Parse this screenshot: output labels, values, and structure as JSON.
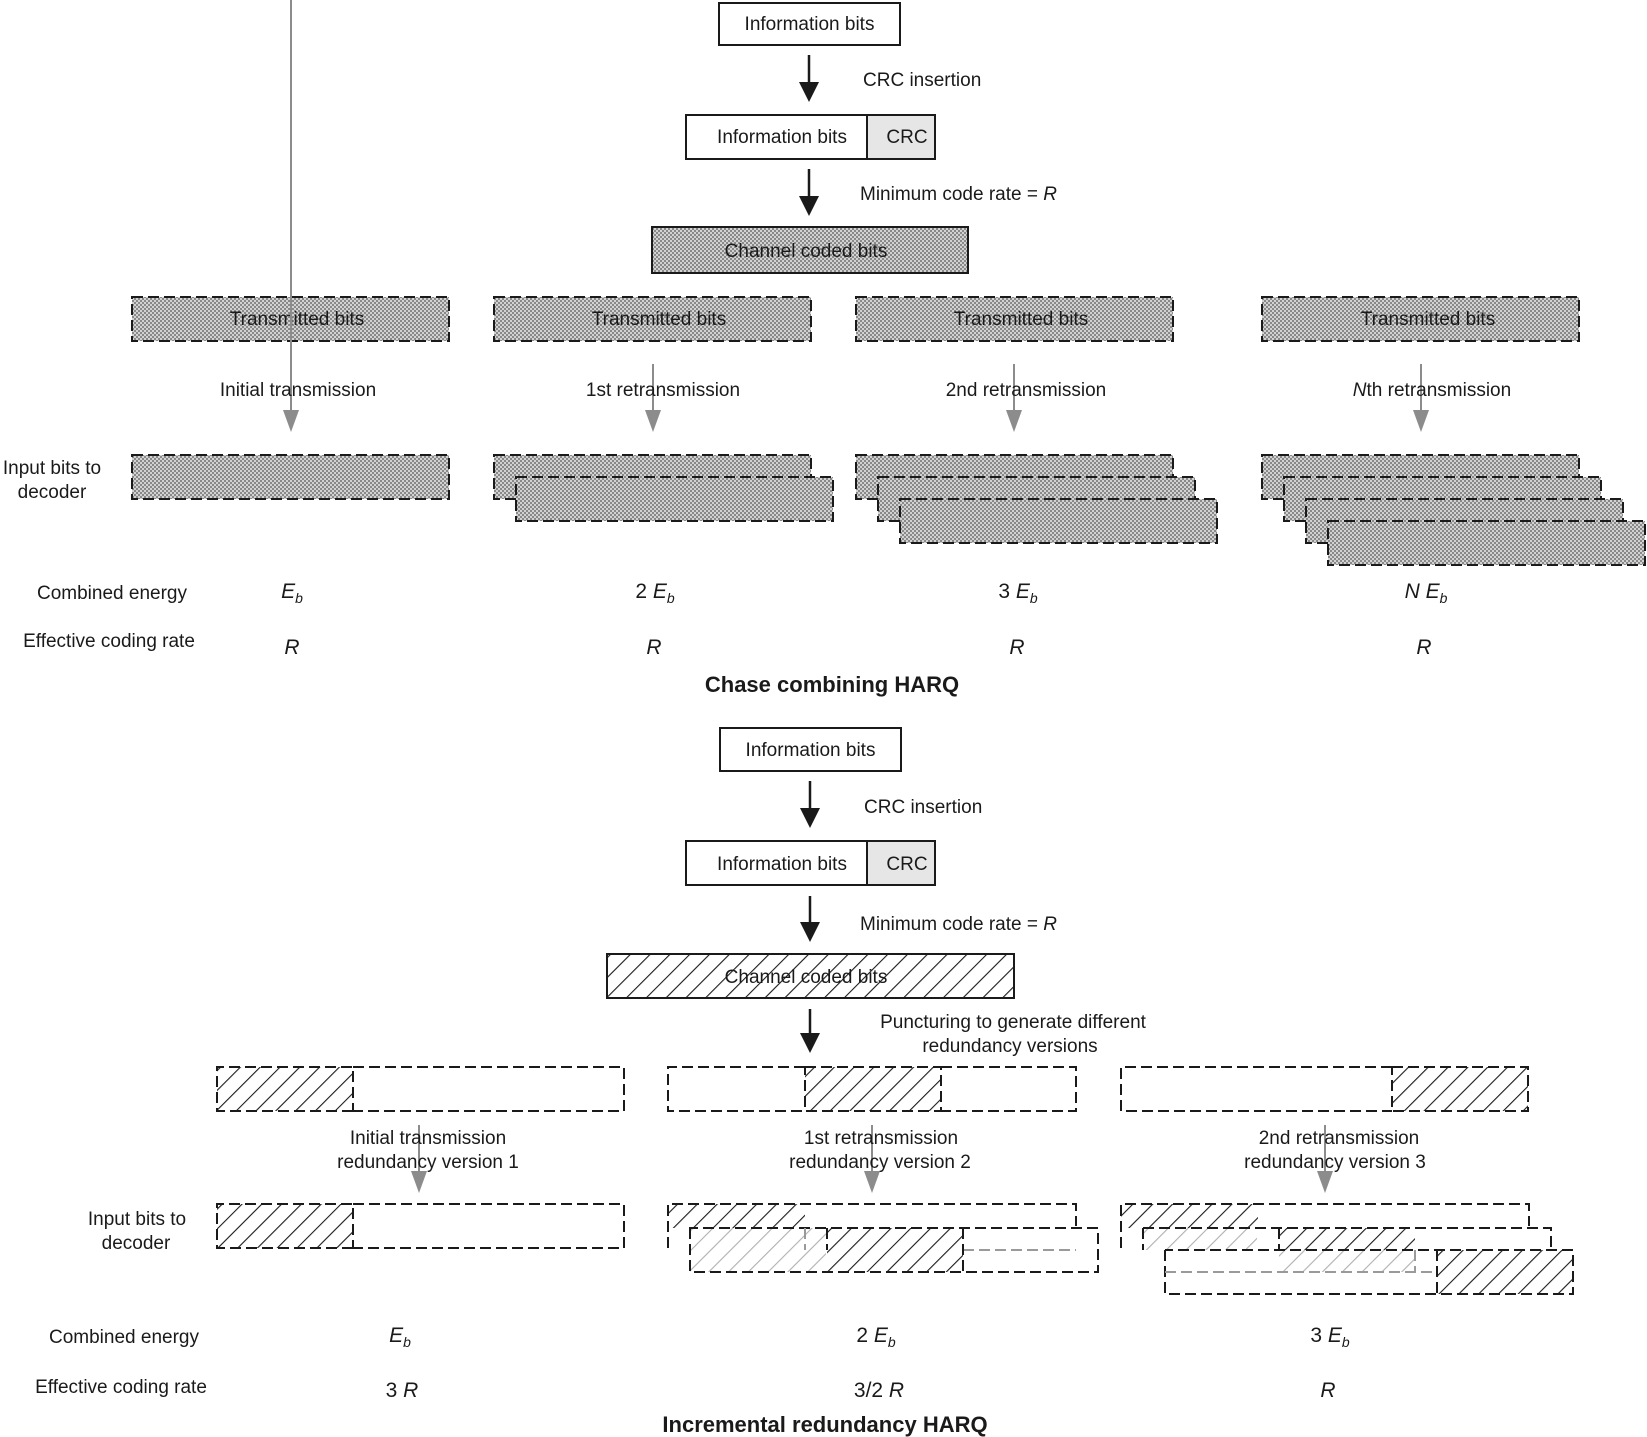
{
  "cc": {
    "info_label": "Information bits",
    "crc_insertion": "CRC insertion",
    "crc_label": "CRC",
    "min_rate_text": "Minimum code rate = ",
    "min_rate_var": "R",
    "coded_label": "Channel coded bits",
    "transmitted_label": "Transmitted bits",
    "transmissions": [
      "Initial transmission",
      "1st retransmission",
      "2nd retransmission",
      "th retransmission"
    ],
    "nth_prefix": "N",
    "input_label_line1": "Input bits to",
    "input_label_line2": "decoder",
    "combined_energy_label": "Combined energy",
    "coding_rate_label": "Effective coding rate",
    "energy": [
      {
        "coef": "",
        "sym": "E",
        "sub": "b"
      },
      {
        "coef": "2 ",
        "sym": "E",
        "sub": "b"
      },
      {
        "coef": "3 ",
        "sym": "E",
        "sub": "b"
      },
      {
        "coef": "N ",
        "sym": "E",
        "sub": "b",
        "coef_italic": true
      }
    ],
    "rates": [
      {
        "coef": "",
        "sym": "R"
      },
      {
        "coef": "",
        "sym": "R"
      },
      {
        "coef": "",
        "sym": "R"
      },
      {
        "coef": "",
        "sym": "R"
      }
    ],
    "title": "Chase combining HARQ"
  },
  "ir": {
    "info_label": "Information bits",
    "crc_insertion": "CRC insertion",
    "crc_label": "CRC",
    "min_rate_text": "Minimum code rate = ",
    "min_rate_var": "R",
    "coded_label": "Channel coded bits",
    "puncturing_line1": "Puncturing to generate different",
    "puncturing_line2": "redundancy versions",
    "transmissions": [
      {
        "line1": "Initial transmission",
        "line2": "redundancy version 1"
      },
      {
        "line1": "1st retransmission",
        "line2": "redundancy version 2"
      },
      {
        "line1": "2nd retransmission",
        "line2": "redundancy version 3"
      }
    ],
    "input_label_line1": "Input bits to",
    "input_label_line2": "decoder",
    "combined_energy_label": "Combined energy",
    "coding_rate_label": "Effective coding rate",
    "energy": [
      {
        "coef": "",
        "sym": "E",
        "sub": "b"
      },
      {
        "coef": "2 ",
        "sym": "E",
        "sub": "b"
      },
      {
        "coef": "3 ",
        "sym": "E",
        "sub": "b"
      }
    ],
    "rates": [
      {
        "coef": "3 ",
        "sym": "R"
      },
      {
        "coef": "3/2 ",
        "sym": "R"
      },
      {
        "coef": "",
        "sym": "R"
      }
    ],
    "title": "Incremental redundancy HARQ"
  },
  "colors": {
    "stroke": "#1a1a1a",
    "crc_fill": "#e6e6e6",
    "dot_fill": "#d2d2d2",
    "gray_arrow": "#8c8c8c"
  }
}
